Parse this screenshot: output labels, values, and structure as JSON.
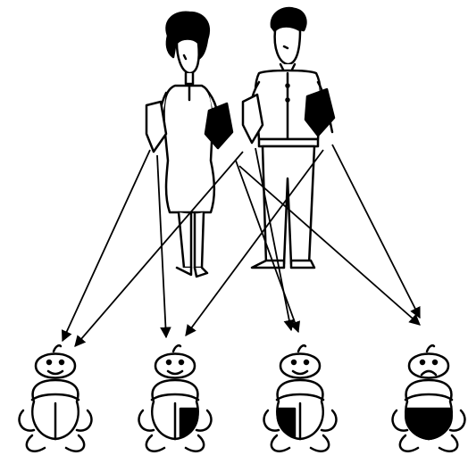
{
  "diagram": {
    "parents": [
      {
        "role": "mother",
        "shading": "half-black",
        "shaded_half": "right"
      },
      {
        "role": "father",
        "shading": "half-black",
        "shaded_half": "right"
      }
    ],
    "children": [
      {
        "shading": "none",
        "expression": "smiling"
      },
      {
        "shading": "quarter-black",
        "expression": "smiling"
      },
      {
        "shading": "quarter-black",
        "expression": "smiling"
      },
      {
        "shading": "half-black",
        "expression": "frowning"
      }
    ],
    "arrows": [
      {
        "from": "mother-clear",
        "to": "child-1"
      },
      {
        "from": "mother-clear",
        "to": "child-2"
      },
      {
        "from": "mother-dark",
        "to": "child-3"
      },
      {
        "from": "mother-dark",
        "to": "child-4"
      },
      {
        "from": "father-clear",
        "to": "child-1"
      },
      {
        "from": "father-clear",
        "to": "child-3"
      },
      {
        "from": "father-dark",
        "to": "child-2"
      },
      {
        "from": "father-dark",
        "to": "child-4"
      }
    ],
    "colors": {
      "ink": "#000000",
      "paper": "#ffffff"
    }
  }
}
